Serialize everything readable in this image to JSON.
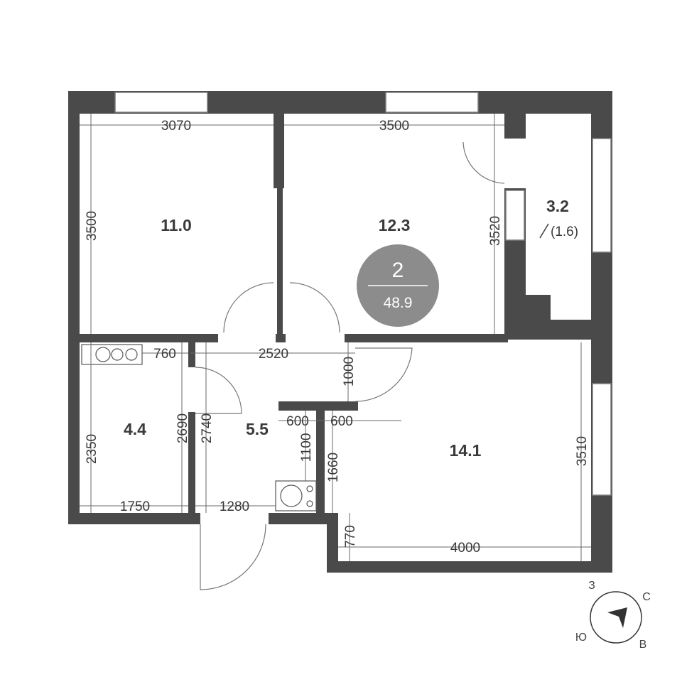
{
  "rooms": {
    "bedroom1": "11.0",
    "bedroom2": "12.3",
    "balcony": "3.2",
    "balcony_sub": "(1.6)",
    "kitchen": "14.1",
    "bathroom": "4.4",
    "hall": "5.5"
  },
  "summary": {
    "rooms": "2",
    "total_area": "48.9",
    "badge_color": "#8c8c8c"
  },
  "dims": {
    "d3070": "3070",
    "d3500h": "3500",
    "d3500v": "3500",
    "d3520": "3520",
    "d760": "760",
    "d2520": "2520",
    "d1000": "1000",
    "d600a": "600",
    "d600b": "600",
    "d1100": "1100",
    "d1660": "1660",
    "d2350": "2350",
    "d2690": "2690",
    "d2740": "2740",
    "d1750": "1750",
    "d1280": "1280",
    "d3510": "3510",
    "d770": "770",
    "d4000": "4000"
  },
  "compass": {
    "w": "З",
    "n": "С",
    "s": "Ю",
    "e": "В"
  },
  "wall_color": "#4a4a4a"
}
